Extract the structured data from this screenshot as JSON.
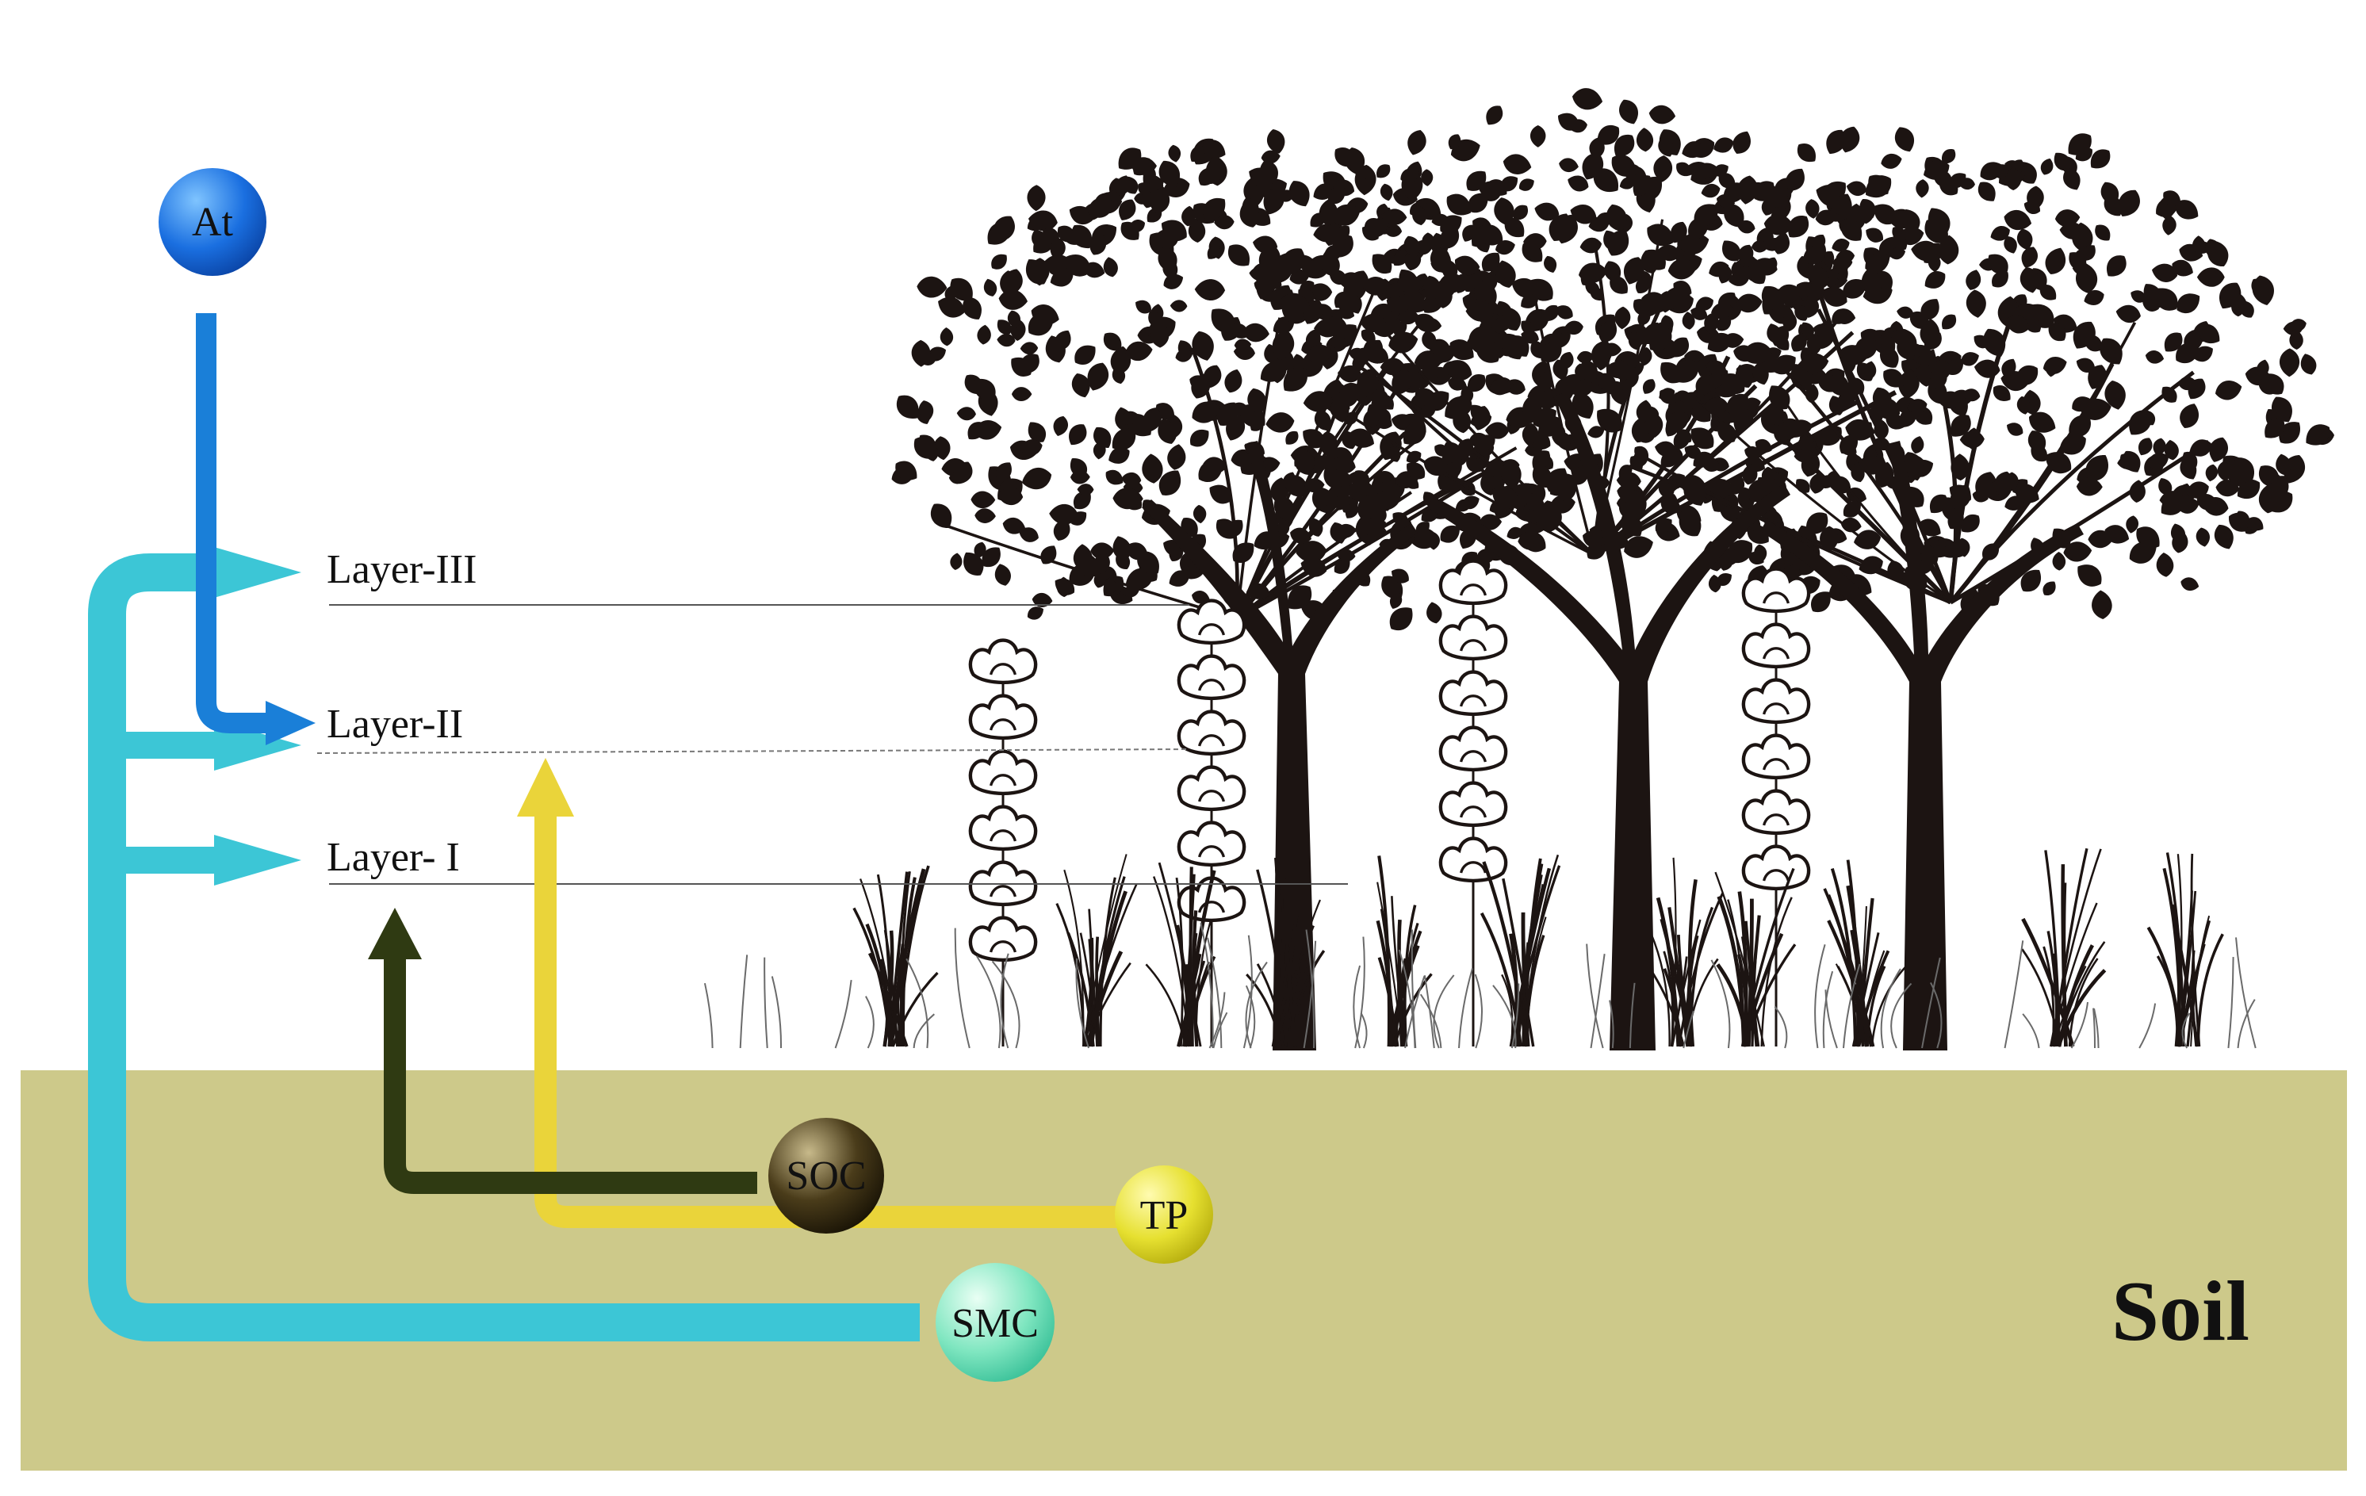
{
  "layers": {
    "layer3": "Layer-III",
    "layer2": "Layer-II",
    "layer1": "Layer- I"
  },
  "factors": {
    "at": "At",
    "soc": "SOC",
    "tp": "TP",
    "smc": "SMC"
  },
  "soil_label": "Soil",
  "colors": {
    "soil": "#cdc98a",
    "at": "#1a7fd8",
    "smc": "#3cc6d6",
    "tp": "#ead43a",
    "soc": "#2f3a12",
    "tree": "#1c1412"
  }
}
